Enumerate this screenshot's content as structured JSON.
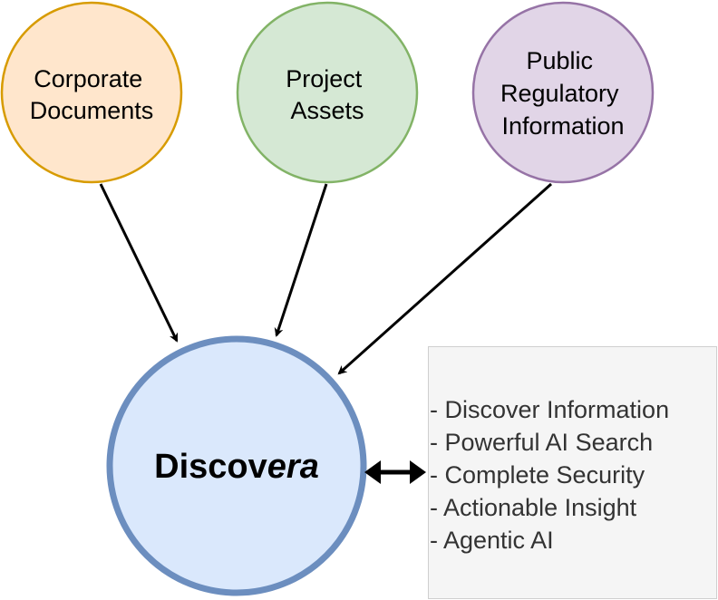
{
  "nodes": [
    {
      "id": "corporate-documents",
      "lines": [
        "Corporate",
        "Documents"
      ],
      "fill": "#ffe6cc",
      "stroke": "#d79b00"
    },
    {
      "id": "project-assets",
      "lines": [
        "Project",
        "Assets"
      ],
      "fill": "#d5e8d4",
      "stroke": "#82b366"
    },
    {
      "id": "public-regulatory-information",
      "lines": [
        "Public",
        "Regulatory",
        "Information"
      ],
      "fill": "#e1d5e7",
      "stroke": "#9673a6"
    }
  ],
  "main_node": {
    "label_bold": "Disco",
    "label_bold_rest": "v",
    "label_italic": "era",
    "fill": "#dae8fc",
    "stroke": "#6c8ebf"
  },
  "features": {
    "items": [
      "- Discover Information",
      "- Powerful AI Search",
      "- Complete Security",
      "- Actionable Insight",
      "- Agentic AI"
    ]
  }
}
